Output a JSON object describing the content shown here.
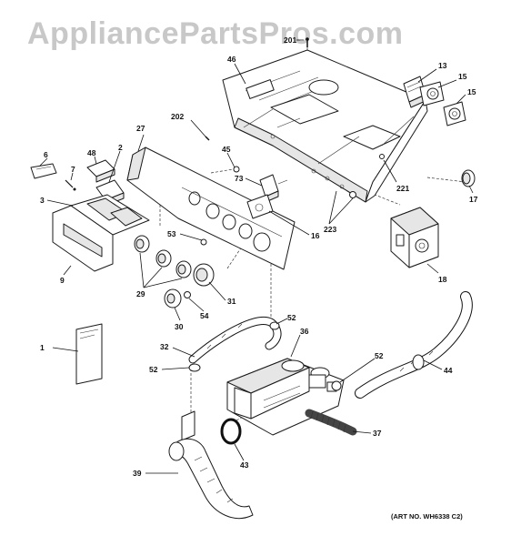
{
  "watermark": "AppliancePartsPros.com",
  "art_number": "(ART NO. WH6338 C2)",
  "callouts": {
    "c201": "201",
    "c46": "46",
    "c13": "13",
    "c15a": "15",
    "c15b": "15",
    "c202": "202",
    "c27": "27",
    "c45": "45",
    "c6": "6",
    "c48": "48",
    "c2": "2",
    "c7": "7",
    "c73": "73",
    "c221": "221",
    "c17": "17",
    "c3": "3",
    "c223": "223",
    "c53": "53",
    "c16": "16",
    "c18": "18",
    "c9": "9",
    "c29": "29",
    "c31": "31",
    "c54": "54",
    "c30": "30",
    "c52a": "52",
    "c36": "36",
    "c1": "1",
    "c32": "32",
    "c52b": "52",
    "c52c": "52",
    "c44": "44",
    "c37": "37",
    "c43": "43",
    "c39": "39"
  }
}
